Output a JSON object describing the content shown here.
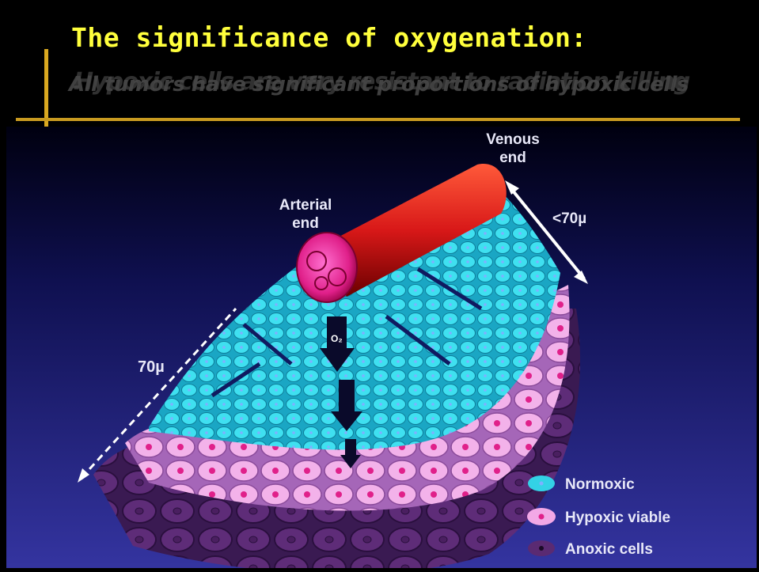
{
  "slide": {
    "title": "The significance of oxygenation:",
    "subtitle_1": "Hypoxic cells are very resistant to radiation killing",
    "subtitle_2": "All tumors have significant proportions of hypoxic cells"
  },
  "diagram": {
    "venous_end": [
      "Venous",
      "end"
    ],
    "arterial_end": [
      "Arterial",
      "end"
    ],
    "distance_small": "<70µ",
    "distance_large": "70µ",
    "oxygen": "O₂",
    "legend": [
      {
        "label": "Normoxic",
        "color": "#33d2e6"
      },
      {
        "label": "Hypoxic viable",
        "color": "#f2a8e6"
      },
      {
        "label": "Anoxic cells",
        "color": "#5a2a72"
      }
    ]
  }
}
